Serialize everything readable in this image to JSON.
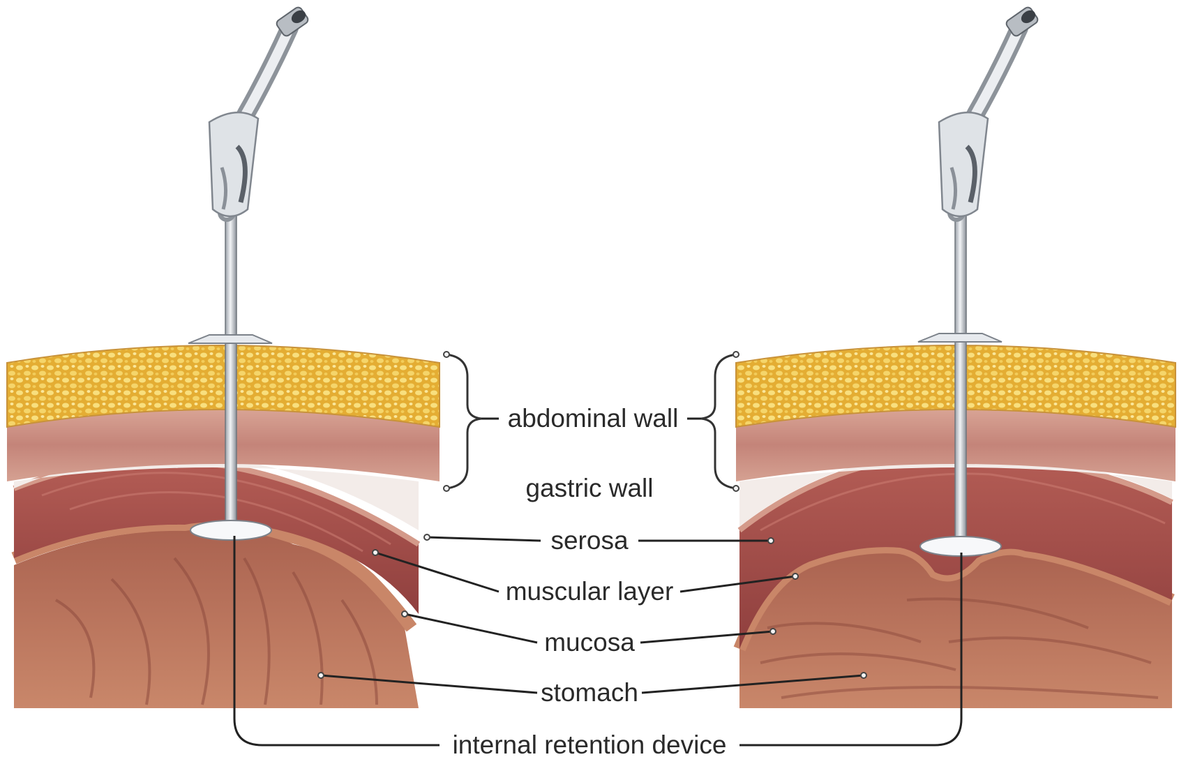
{
  "labels": {
    "abdominal_wall": "abdominal wall",
    "gastric_wall": "gastric wall",
    "serosa": "serosa",
    "muscular_layer": "muscular layer",
    "mucosa": "mucosa",
    "stomach": "stomach",
    "internal_retention_device": "internal retention device"
  },
  "colors": {
    "fat": "#e9b63c",
    "fat_globule": "#f7dc7a",
    "skin_band": "#c98a7e",
    "muscle": "#a9544e",
    "mucosa": "#b8705a",
    "stomach_interior": "#b56e58",
    "tube_metal": "#c8ccd2",
    "leader_line": "#222222"
  }
}
